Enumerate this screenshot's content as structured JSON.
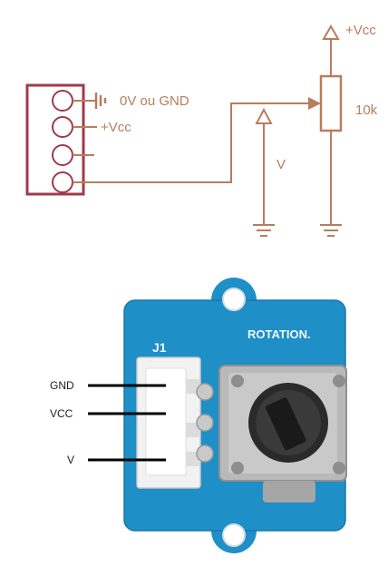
{
  "schematic": {
    "labels": {
      "ground_ref": "0V ou GND",
      "vcc_pin": "+Vcc",
      "vcc_top": "+Vcc",
      "potentiometer_value": "10k",
      "output_voltage": "V"
    },
    "colors": {
      "wire": "#b87d5e",
      "connector": "#a0394c"
    }
  },
  "module": {
    "silkscreen_title": "ROTATION.",
    "connector_label": "J1",
    "pin_labels": [
      "GND",
      "VCC",
      "V"
    ],
    "colors": {
      "pcb": "#1e8fc7",
      "connector_housing": "#f2f2f2",
      "pot_body": "#b9b9b9",
      "knob": "#222222"
    }
  }
}
